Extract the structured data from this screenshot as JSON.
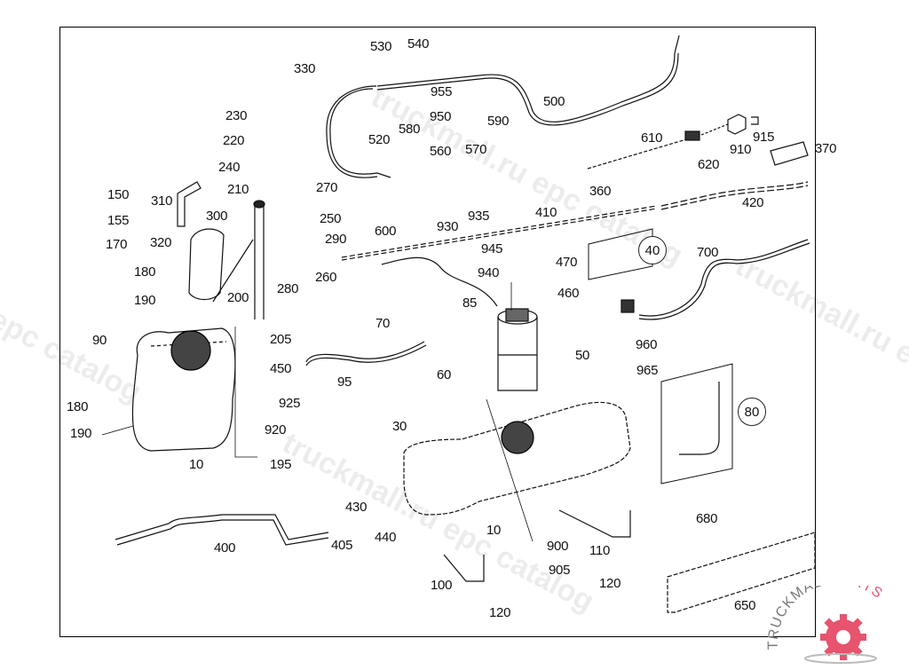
{
  "diagram": {
    "title": "Fuel tank assembly exploded parts diagram",
    "callouts": [
      {
        "id": "330",
        "label": "330"
      },
      {
        "id": "530",
        "label": "530"
      },
      {
        "id": "540",
        "label": "540"
      },
      {
        "id": "955",
        "label": "955"
      },
      {
        "id": "500",
        "label": "500"
      },
      {
        "id": "950",
        "label": "950"
      },
      {
        "id": "590",
        "label": "590"
      },
      {
        "id": "580",
        "label": "580"
      },
      {
        "id": "520",
        "label": "520"
      },
      {
        "id": "560",
        "label": "560"
      },
      {
        "id": "570",
        "label": "570"
      },
      {
        "id": "230",
        "label": "230"
      },
      {
        "id": "220",
        "label": "220"
      },
      {
        "id": "240",
        "label": "240"
      },
      {
        "id": "210",
        "label": "210"
      },
      {
        "id": "270",
        "label": "270"
      },
      {
        "id": "150",
        "label": "150"
      },
      {
        "id": "310",
        "label": "310"
      },
      {
        "id": "300",
        "label": "300"
      },
      {
        "id": "250",
        "label": "250"
      },
      {
        "id": "155",
        "label": "155"
      },
      {
        "id": "170",
        "label": "170"
      },
      {
        "id": "320",
        "label": "320"
      },
      {
        "id": "290",
        "label": "290"
      },
      {
        "id": "610",
        "label": "610"
      },
      {
        "id": "910",
        "label": "910"
      },
      {
        "id": "915",
        "label": "915"
      },
      {
        "id": "370",
        "label": "370"
      },
      {
        "id": "620",
        "label": "620"
      },
      {
        "id": "360",
        "label": "360"
      },
      {
        "id": "600",
        "label": "600"
      },
      {
        "id": "930",
        "label": "930"
      },
      {
        "id": "935",
        "label": "935"
      },
      {
        "id": "410",
        "label": "410"
      },
      {
        "id": "420",
        "label": "420"
      },
      {
        "id": "180a",
        "label": "180"
      },
      {
        "id": "190a",
        "label": "190"
      },
      {
        "id": "280",
        "label": "280"
      },
      {
        "id": "260",
        "label": "260"
      },
      {
        "id": "945",
        "label": "945"
      },
      {
        "id": "940",
        "label": "940"
      },
      {
        "id": "470",
        "label": "470"
      },
      {
        "id": "460",
        "label": "460"
      },
      {
        "id": "700",
        "label": "700"
      },
      {
        "id": "200",
        "label": "200"
      },
      {
        "id": "85",
        "label": "85"
      },
      {
        "id": "90",
        "label": "90"
      },
      {
        "id": "205",
        "label": "205"
      },
      {
        "id": "70",
        "label": "70"
      },
      {
        "id": "960",
        "label": "960"
      },
      {
        "id": "965",
        "label": "965"
      },
      {
        "id": "450",
        "label": "450"
      },
      {
        "id": "50",
        "label": "50"
      },
      {
        "id": "95",
        "label": "95"
      },
      {
        "id": "60",
        "label": "60"
      },
      {
        "id": "180b",
        "label": "180"
      },
      {
        "id": "925",
        "label": "925"
      },
      {
        "id": "190b",
        "label": "190"
      },
      {
        "id": "920",
        "label": "920"
      },
      {
        "id": "30",
        "label": "30"
      },
      {
        "id": "10a",
        "label": "10"
      },
      {
        "id": "195",
        "label": "195"
      },
      {
        "id": "430",
        "label": "430"
      },
      {
        "id": "440",
        "label": "440"
      },
      {
        "id": "10b",
        "label": "10"
      },
      {
        "id": "680",
        "label": "680"
      },
      {
        "id": "400",
        "label": "400"
      },
      {
        "id": "405",
        "label": "405"
      },
      {
        "id": "900",
        "label": "900"
      },
      {
        "id": "110",
        "label": "110"
      },
      {
        "id": "905",
        "label": "905"
      },
      {
        "id": "100",
        "label": "100"
      },
      {
        "id": "120a",
        "label": "120"
      },
      {
        "id": "650",
        "label": "650"
      },
      {
        "id": "120b",
        "label": "120"
      }
    ],
    "kits": [
      {
        "id": "40",
        "label": "40"
      },
      {
        "id": "80",
        "label": "80"
      }
    ]
  },
  "watermarks": {
    "text_a": "truckmall.ru epc catalog",
    "text_b": "epc catalog",
    "text_c": "truckmall.ru e"
  },
  "logo": {
    "text_dark": "TRUCKMALL",
    "text_accent": "PARTS",
    "accent_color": "#e8536e",
    "dark_color": "#7a7a7a"
  }
}
